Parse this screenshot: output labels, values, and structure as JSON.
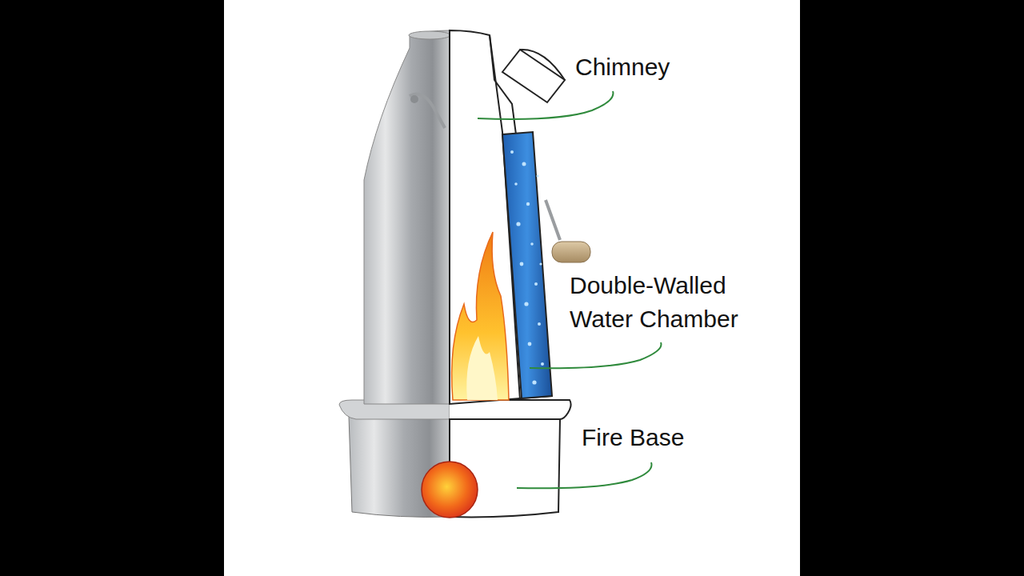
{
  "diagram": {
    "labels": [
      "Chimney",
      "Double-Walled Water Chamber",
      "Fire Base"
    ]
  }
}
